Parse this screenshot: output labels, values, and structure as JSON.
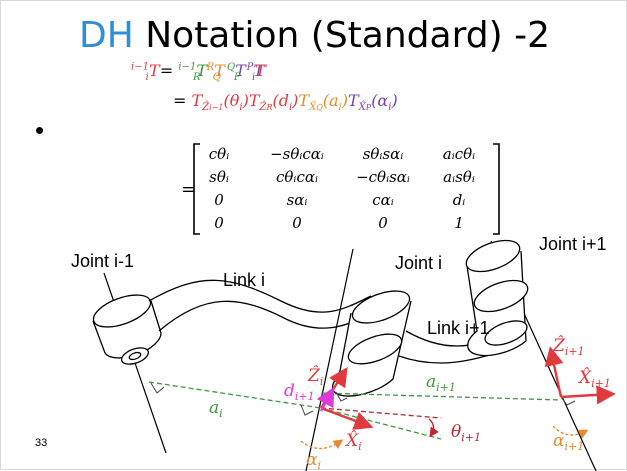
{
  "title": {
    "prefix": "DH",
    "rest": " Notation (Standard) -2"
  },
  "bullet": "•",
  "page_number": "33",
  "formula_line1": {
    "lhs_sup": "i−1",
    "lhs_sub": "i",
    "lhs": "T",
    "eq": " = ",
    "t1_sup": "i−1",
    "t1_sub": "R",
    "t2_sup": "R",
    "t2_sub": "Q",
    "t3_sup": "Q",
    "t3_sub": "P",
    "t4_sup": "P",
    "t4_sub": "i"
  },
  "formula_line2": {
    "eq": "= ",
    "t1_sub": "Ẑ",
    "t1_sub2": "i−1",
    "t1_arg": "(θ",
    "t1_argsub": "i",
    "t2_sub": "Ẑ",
    "t2_sub2": "R",
    "t2_arg": "(d",
    "t3_sub": "X̂",
    "t3_sub2": "Q",
    "t3_arg": "(a",
    "t4_sub": "X̂",
    "t4_sub2": "P",
    "t4_arg": "(α"
  },
  "matrix": [
    [
      "cθᵢ",
      "−sθᵢcαᵢ",
      "sθᵢsαᵢ",
      "aᵢcθᵢ"
    ],
    [
      "sθᵢ",
      "cθᵢcαᵢ",
      "−cθᵢsαᵢ",
      "aᵢsθᵢ"
    ],
    [
      "0",
      "sαᵢ",
      "cαᵢ",
      "dᵢ"
    ],
    [
      "0",
      "0",
      "0",
      "1"
    ]
  ],
  "matrix_eq": "=",
  "labels": {
    "joint_prev": "Joint i-1",
    "link_i": "Link i",
    "joint_i": "Joint i",
    "joint_next": "Joint i+1",
    "link_next": "Link i+1"
  },
  "symbols": {
    "a_i": "a",
    "a_i_sub": "i",
    "a_next": "a",
    "a_next_sub": "i+1",
    "d_next": "d",
    "d_next_sub": "i+1",
    "z_i": "Ẑ",
    "z_i_sub": "i",
    "z_next": "Ẑ",
    "z_next_sub": "i+1",
    "x_i": "X̂",
    "x_i_sub": "i",
    "x_next": "X̂",
    "x_next_sub": "i+1",
    "theta_next": "θ",
    "theta_next_sub": "i+1",
    "alpha_i": "α",
    "alpha_i_sub": "i",
    "alpha_next": "α",
    "alpha_next_sub": "i+1"
  },
  "colors": {
    "title_accent": "#2e8fd6",
    "red": "#e0393e",
    "green": "#3c9a3c",
    "orange": "#e7892e",
    "purple": "#7b3fb7",
    "magenta": "#e03ad6",
    "darkred": "#c0282b"
  }
}
